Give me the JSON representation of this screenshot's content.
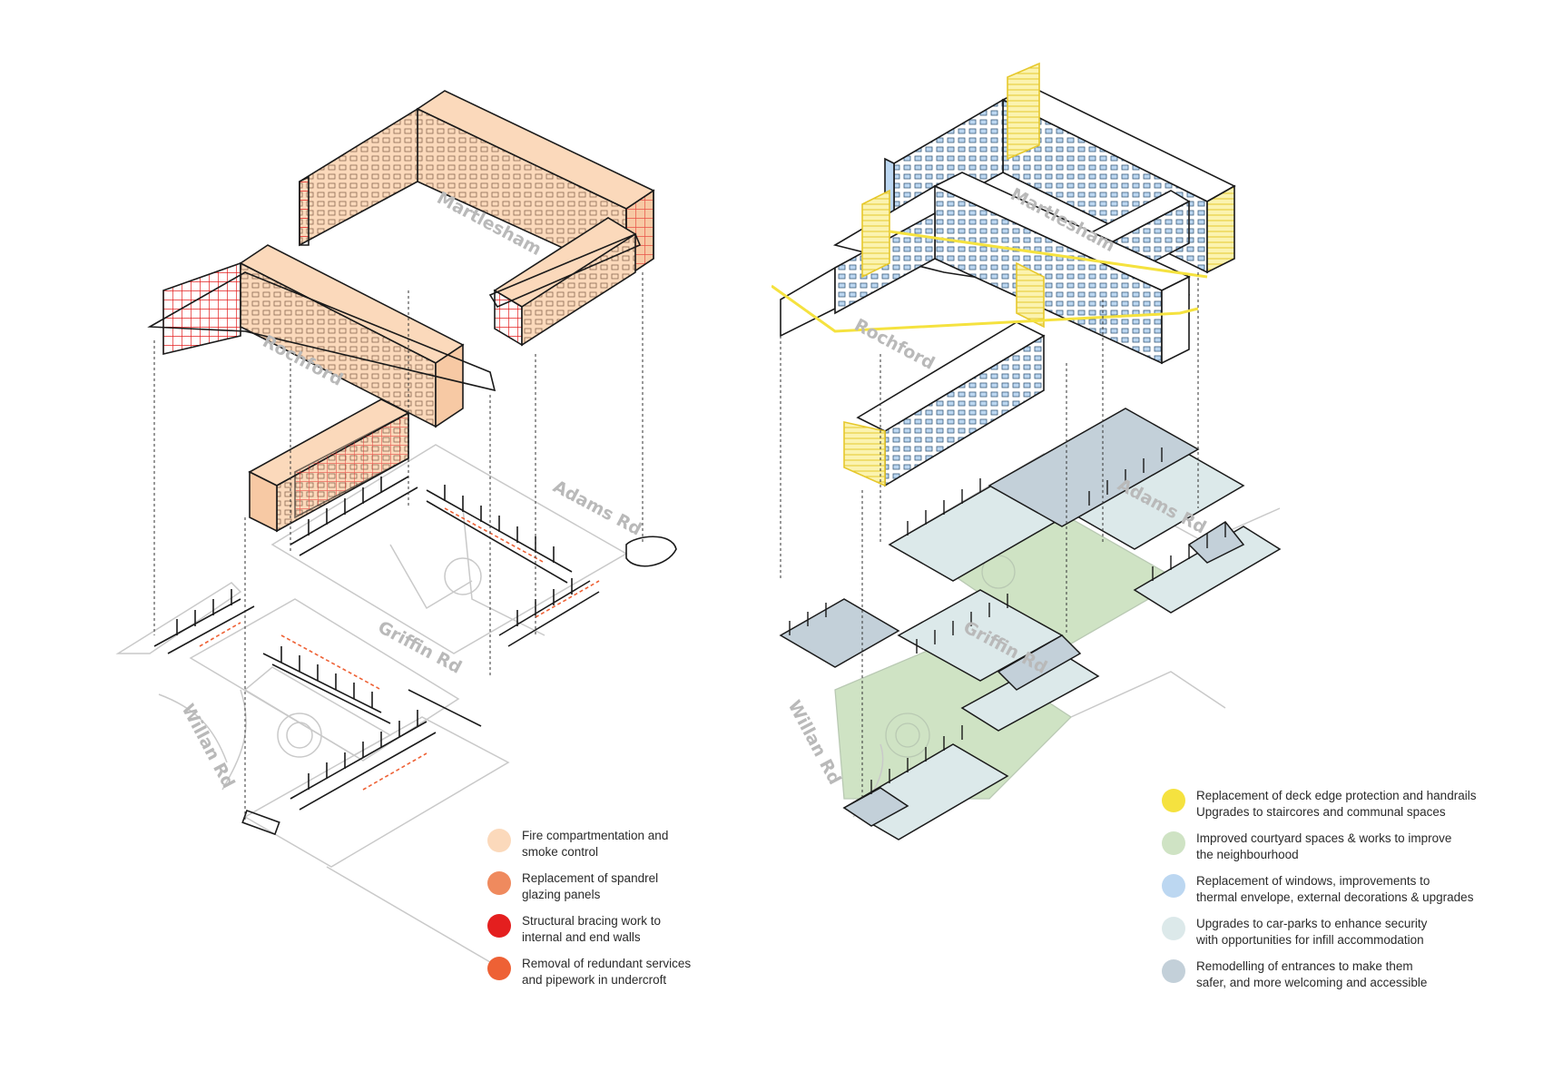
{
  "colors": {
    "peach": "#fbd9bb",
    "spandrel": "#ef8a5e",
    "bracing": "#e41f1f",
    "services": "#ee6135",
    "yellow": "#f5e23f",
    "green": "#cfe3c4",
    "blue": "#bcd7f1",
    "carpark": "#dce9ea",
    "entrance": "#c3d0d9"
  },
  "left_diagram": {
    "streets": {
      "martlesham": "Martlesham",
      "rochford": "Rochford",
      "adams": "Adams Rd",
      "griffin": "Griffin Rd",
      "willan": "Willan Rd"
    },
    "legend": [
      {
        "line1": "Fire compartmentation and",
        "line2": "smoke control",
        "color": "#fbd9bb"
      },
      {
        "line1": "Replacement of spandrel",
        "line2": "glazing panels",
        "color": "#ef8a5e"
      },
      {
        "line1": "Structural bracing work to",
        "line2": "internal and end walls",
        "color": "#e41f1f"
      },
      {
        "line1": "Removal of redundant services",
        "line2": "and pipework in undercroft",
        "color": "#ee6135"
      }
    ]
  },
  "right_diagram": {
    "streets": {
      "martlesham": "Martlesham",
      "rochford": "Rochford",
      "adams": "Adams Rd",
      "griffin": "Griffin Rd",
      "willan": "Willan Rd"
    },
    "legend": [
      {
        "line1": "Replacement of deck edge protection and handrails",
        "line2": "Upgrades to staircores and communal spaces",
        "color": "#f5e23f"
      },
      {
        "line1": "Improved courtyard spaces & works to improve",
        "line2": "the neighbourhood",
        "color": "#cfe3c4"
      },
      {
        "line1": "Replacement of windows, improvements to",
        "line2": "thermal envelope, external decorations & upgrades",
        "color": "#bcd7f1"
      },
      {
        "line1": "Upgrades to car-parks to enhance security",
        "line2": "with opportunities for infill accommodation",
        "color": "#dce9ea"
      },
      {
        "line1": "Remodelling of entrances to make them",
        "line2": "safer, and more welcoming and accessible",
        "color": "#c3d0d9"
      }
    ]
  }
}
